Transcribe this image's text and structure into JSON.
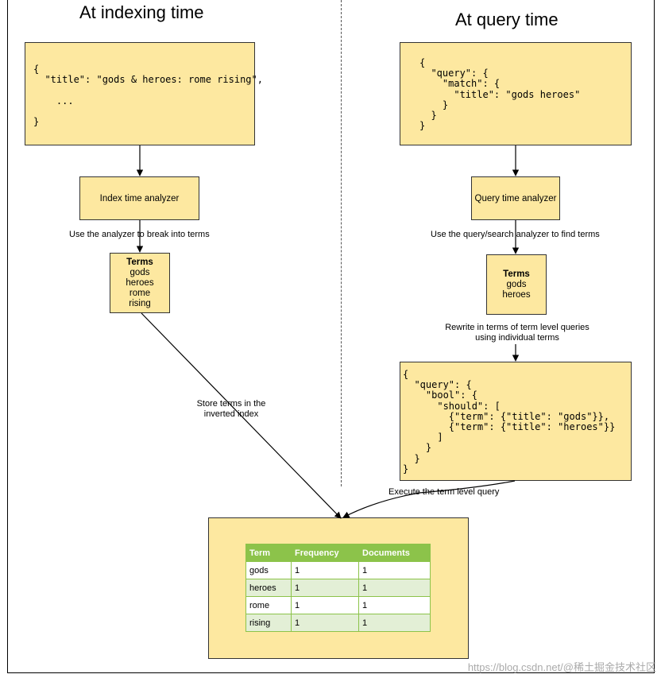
{
  "left": {
    "heading": "At indexing time",
    "doc_code": "{\n  \"title\": \"gods & heroes: rome rising\",\n\n    ...\n\n}",
    "analyzer": "Index time analyzer",
    "break_label": "Use the analyzer to break into terms",
    "terms_title": "Terms",
    "terms": [
      "gods",
      "heroes",
      "rome",
      "rising"
    ],
    "store_label_1": "Store terms in the",
    "store_label_2": "inverted index"
  },
  "right": {
    "heading": "At query time",
    "query_code": "{\n  \"query\": {\n    \"match\": {\n      \"title\": \"gods heroes\"\n    }\n  }\n}",
    "analyzer": "Query time analyzer",
    "find_label": "Use the query/search analyzer to find terms",
    "terms_title": "Terms",
    "terms": [
      "gods",
      "heroes"
    ],
    "rewrite_label_1": "Rewrite in terms of term level queries",
    "rewrite_label_2": "using individual terms",
    "bool_code": "{\n  \"query\": {\n    \"bool\": {\n      \"should\": [\n        {\"term\": {\"title\": \"gods\"}},\n        {\"term\": {\"title\": \"heroes\"}}\n      ]\n    }\n  }\n}",
    "execute_label": "Execute the term level query"
  },
  "index_table": {
    "headers": [
      "Term",
      "Frequency",
      "Documents"
    ],
    "rows": [
      [
        "gods",
        "1",
        "1"
      ],
      [
        "heroes",
        "1",
        "1"
      ],
      [
        "rome",
        "1",
        "1"
      ],
      [
        "rising",
        "1",
        "1"
      ]
    ]
  },
  "watermark": "https://blog.csdn.net/@稀土掘金技术社区",
  "colors": {
    "box_fill": "#fde8a0",
    "table_header": "#8cc34a",
    "table_alt_row": "#e3efd6"
  }
}
